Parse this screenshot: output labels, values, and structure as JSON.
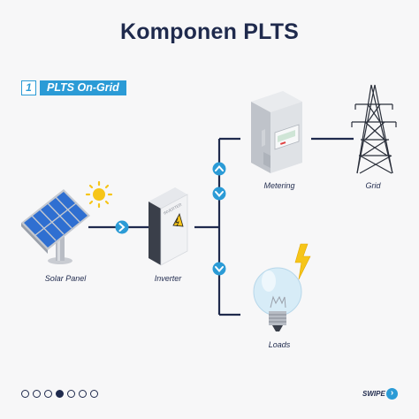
{
  "title": "Komponen PLTS",
  "section": {
    "number": "1",
    "label": "PLTS On-Grid"
  },
  "components": {
    "solar_panel": "Solar Panel",
    "inverter": "Inverter",
    "metering": "Metering",
    "grid": "Grid",
    "loads": "Loads"
  },
  "inverter_text": "INVERTER",
  "pagination": {
    "total": 7,
    "active_index": 3
  },
  "swipe_label": "SWIPE",
  "colors": {
    "navy": "#1f2a4d",
    "accent_blue": "#2b9bd6",
    "panel_blue": "#2f6fd1",
    "sun_yellow": "#f6c519",
    "line": "#1f2a4d"
  },
  "icons": {
    "flow_arrow": "chevron-right-icon",
    "up_arrow": "chevron-up-icon",
    "down_arrow": "chevron-down-icon",
    "lightning": "lightning-icon",
    "sun": "sun-icon"
  }
}
